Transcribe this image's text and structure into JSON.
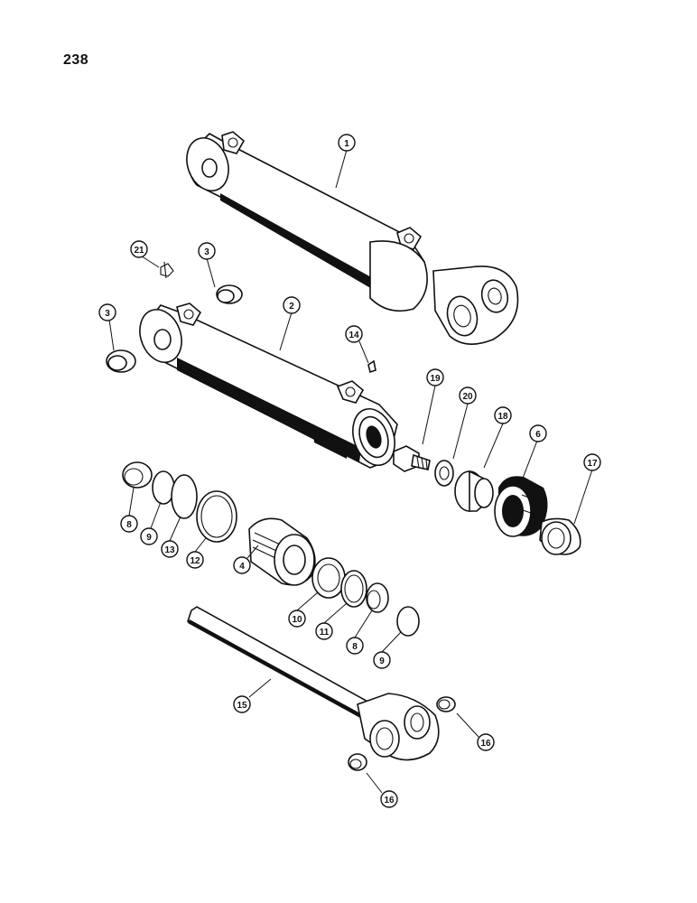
{
  "page_number": "238",
  "callouts": [
    {
      "id": "c1",
      "label": "1"
    },
    {
      "id": "c2",
      "label": "2"
    },
    {
      "id": "c3a",
      "label": "3"
    },
    {
      "id": "c3b",
      "label": "3"
    },
    {
      "id": "c4",
      "label": "4"
    },
    {
      "id": "c6",
      "label": "6"
    },
    {
      "id": "c8a",
      "label": "8"
    },
    {
      "id": "c8b",
      "label": "8"
    },
    {
      "id": "c9a",
      "label": "9"
    },
    {
      "id": "c9b",
      "label": "9"
    },
    {
      "id": "c10",
      "label": "10"
    },
    {
      "id": "c11",
      "label": "11"
    },
    {
      "id": "c12",
      "label": "12"
    },
    {
      "id": "c13",
      "label": "13"
    },
    {
      "id": "c14",
      "label": "14"
    },
    {
      "id": "c15",
      "label": "15"
    },
    {
      "id": "c16a",
      "label": "16"
    },
    {
      "id": "c16b",
      "label": "16"
    },
    {
      "id": "c17",
      "label": "17"
    },
    {
      "id": "c18",
      "label": "18"
    },
    {
      "id": "c19",
      "label": "19"
    },
    {
      "id": "c20",
      "label": "20"
    },
    {
      "id": "c21",
      "label": "21"
    }
  ]
}
